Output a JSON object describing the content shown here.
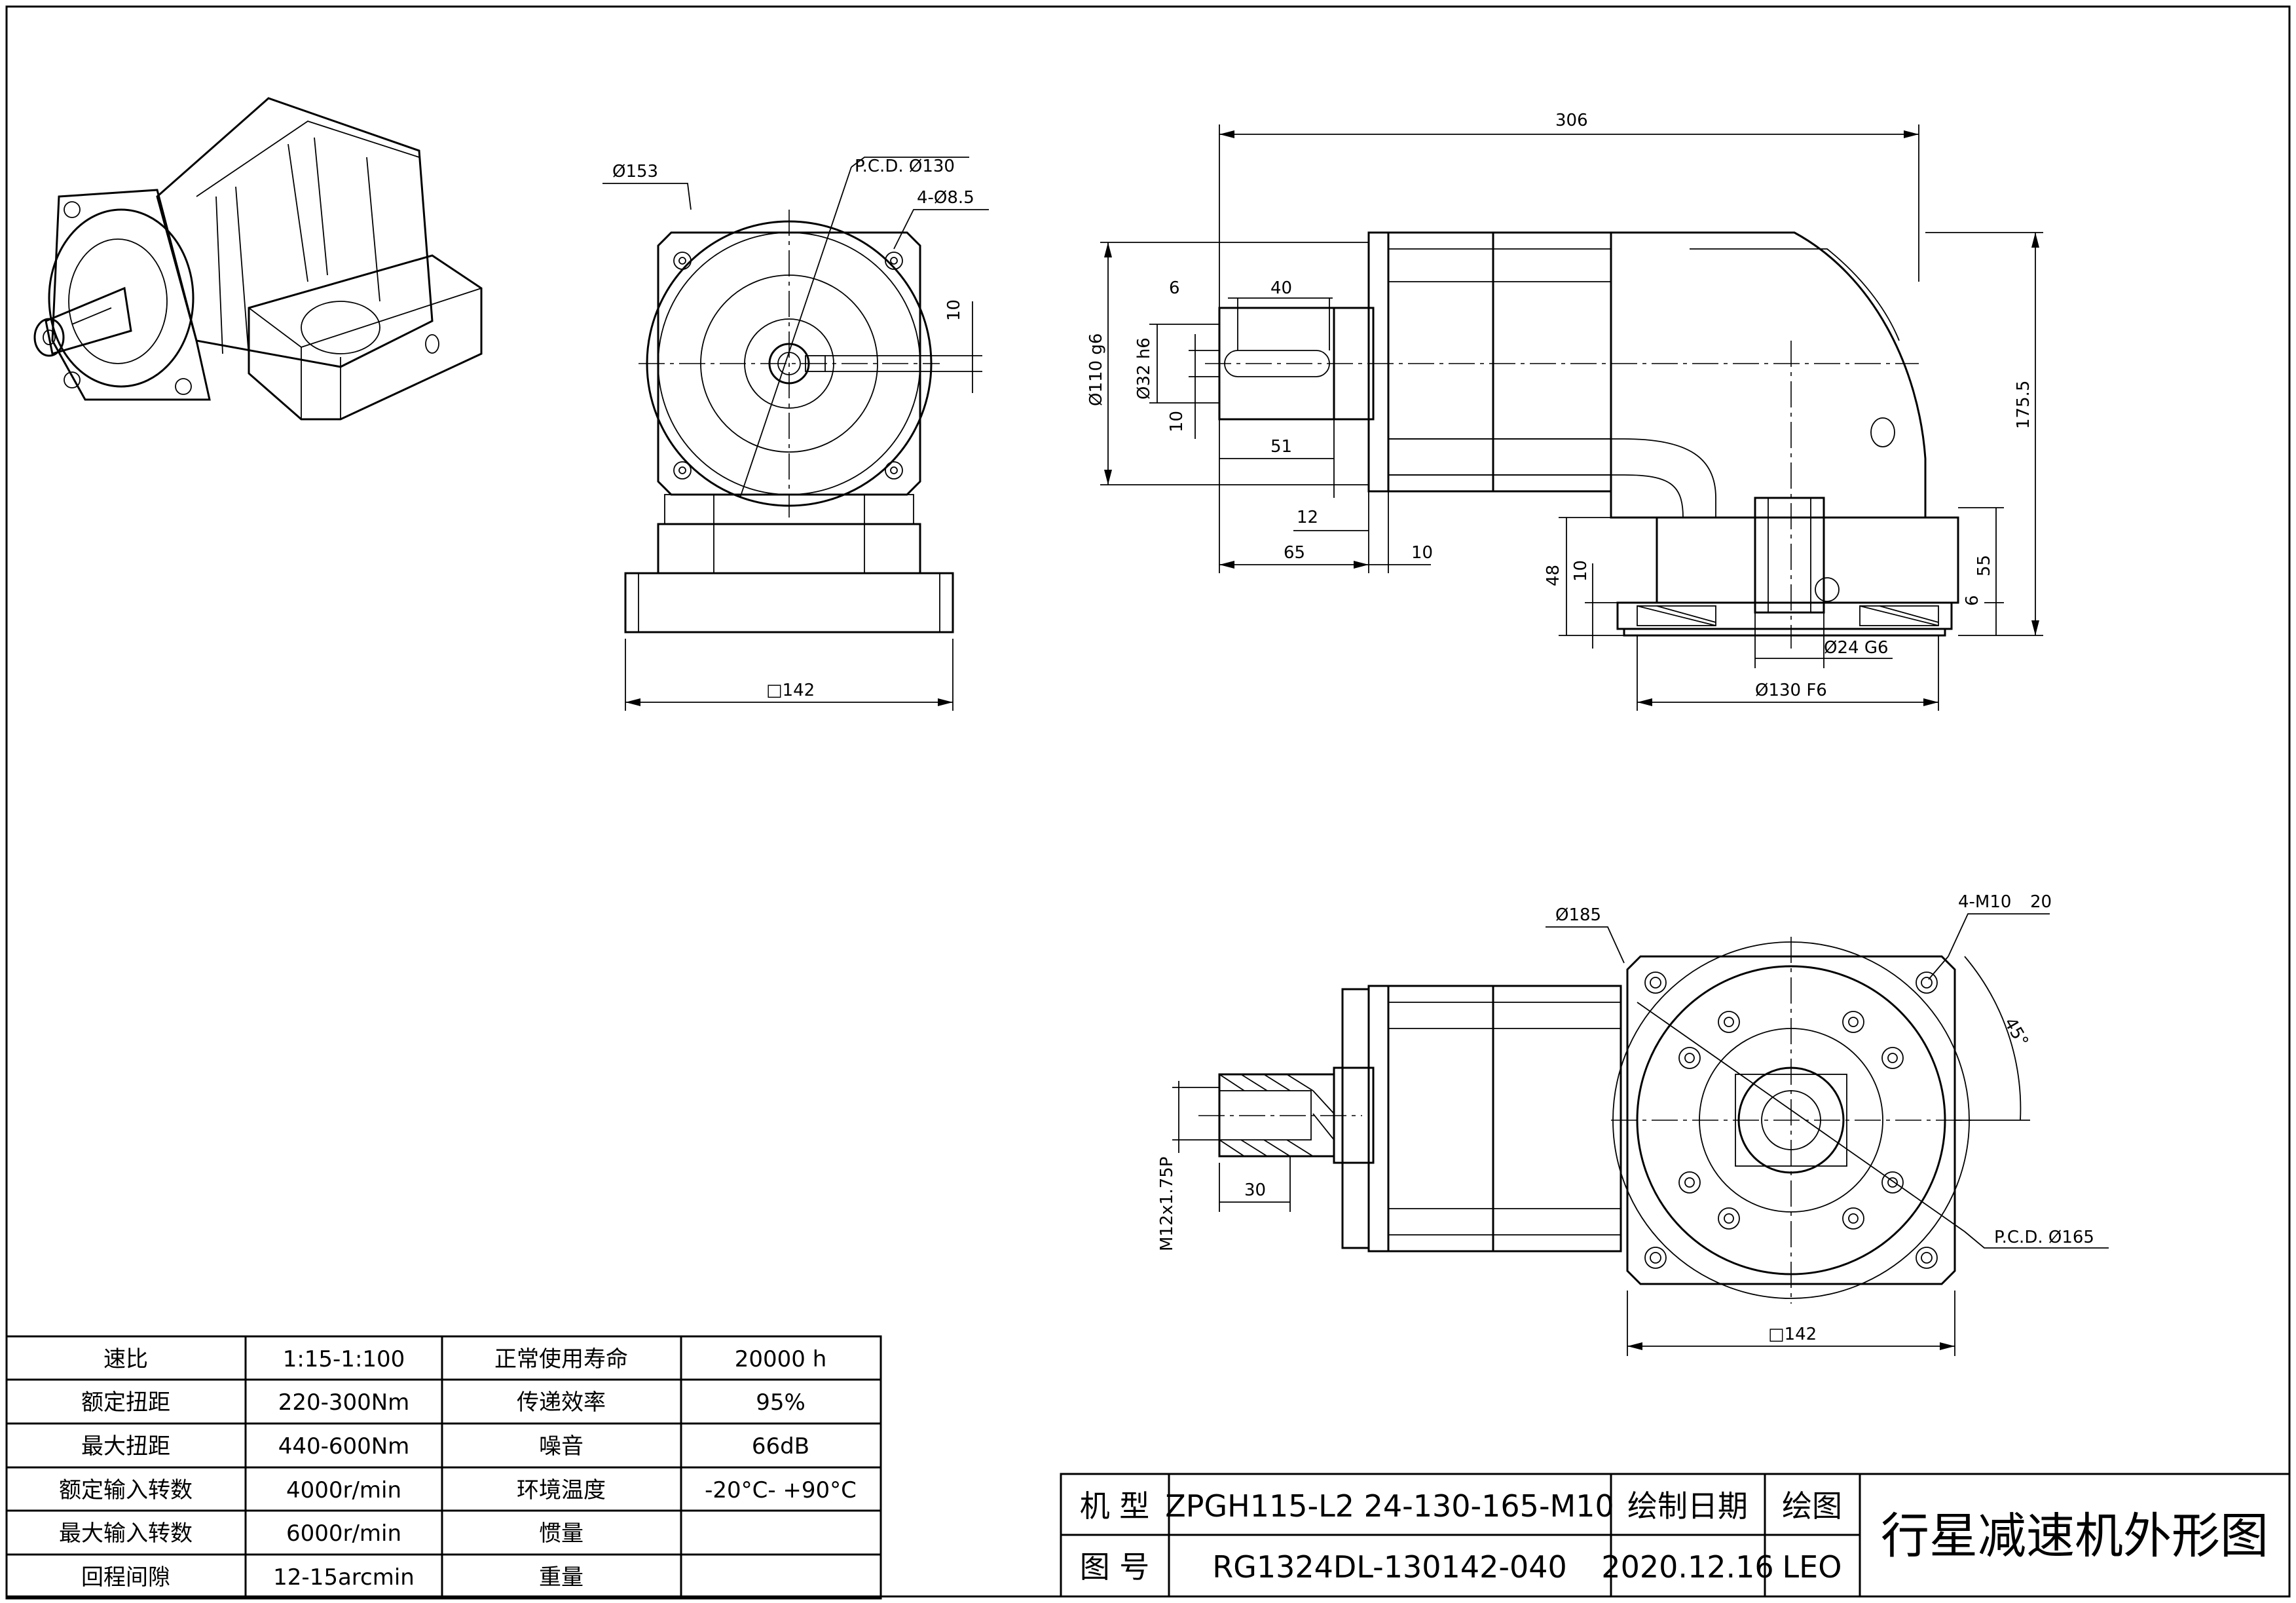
{
  "dimensions": {
    "front": {
      "flange_diameter": "Ø153",
      "pcd": "P.C.D. Ø130",
      "holes": "4-Ø8.5",
      "key": "10",
      "base_square": "□142"
    },
    "side": {
      "overall_length": "306",
      "key_offset": "6",
      "key_length": "40",
      "pilot_diameter": "Ø110 g6",
      "shaft_diameter": "Ø32 h6",
      "key_width": "10",
      "shaft_length": "51",
      "pilot_length": "12",
      "shaft_total": "65",
      "flange_thk": "10",
      "height": "175.5",
      "base_height": "48",
      "base_step": "10",
      "output_height": "55",
      "output_step": "6",
      "output_shaft": "Ø24 G6",
      "output_pilot": "Ø130 F6"
    },
    "bottom": {
      "circle": "Ø185",
      "tapped_holes": "4-M10",
      "tap_depth": "20",
      "angle": "45°",
      "pcd": "P.C.D. Ø165",
      "thread": "M12x1.75P",
      "thread_depth": "30",
      "square": "□142"
    }
  },
  "specs": [
    {
      "label": "速比",
      "value": "1:15-1:100",
      "label2": "正常使用寿命",
      "value2": "20000 h"
    },
    {
      "label": "额定扭距",
      "value": "220-300Nm",
      "label2": "传递效率",
      "value2": "95%"
    },
    {
      "label": "最大扭距",
      "value": "440-600Nm",
      "label2": "噪音",
      "value2": "66dB"
    },
    {
      "label": "额定输入转数",
      "value": "4000r/min",
      "label2": "环境温度",
      "value2": "-20°C- +90°C"
    },
    {
      "label": "最大输入转数",
      "value": "6000r/min",
      "label2": "惯量",
      "value2": ""
    },
    {
      "label": "回程间隙",
      "value": "12-15arcmin",
      "label2": "重量",
      "value2": ""
    }
  ],
  "title_block": {
    "model_label": "机 型",
    "model_value": "ZPGH115-L2 24-130-165-M10",
    "drawing_no_label": "图 号",
    "drawing_no_value": "RG1324DL-130142-040",
    "date_label": "绘制日期",
    "date_value": "2020.12.16",
    "drawer_label": "绘图",
    "drawer_value": "LEO",
    "title": "行星减速机外形图"
  }
}
